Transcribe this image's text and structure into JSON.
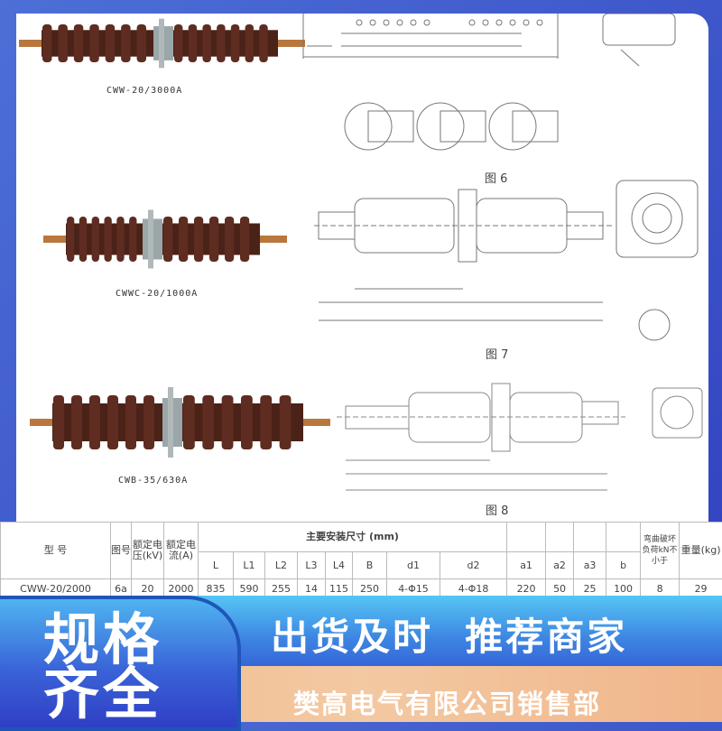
{
  "products": [
    {
      "model": "CWW-20/3000A"
    },
    {
      "model": "CWWC-20/1000A"
    },
    {
      "model": "CWB-35/630A"
    }
  ],
  "figures": {
    "fig6": "图 6",
    "fig7": "图 7",
    "fig8": "图 8"
  },
  "table": {
    "header_top": {
      "model": "型 号",
      "fig": "图号",
      "voltage": "额定电压(kV)",
      "current": "额定电流(A)",
      "dims": "主要安装尺寸 (mm)",
      "bend": "弯曲破坏负荷kN不小于",
      "weight": "重量(kg)"
    },
    "dim_columns": [
      "L",
      "L1",
      "L2",
      "L3",
      "L4",
      "B",
      "d1",
      "d2",
      "a1",
      "a2",
      "a3",
      "b"
    ],
    "rows": [
      [
        "CWW-20/2000",
        "6a",
        "20",
        "2000",
        "835",
        "590",
        "255",
        "14",
        "115",
        "250",
        "4-Φ15",
        "4-Φ18",
        "220",
        "50",
        "25",
        "100",
        "8",
        "29"
      ]
    ]
  },
  "banner": {
    "left_line1": "规格",
    "left_line2": "齐全",
    "slogan": "出货及时  推荐商家",
    "company": "樊高电气有限公司销售部"
  },
  "colors": {
    "frame": "#3a55cc",
    "bushing": "#5a2a1e",
    "band_top": "#4aa8ee",
    "band_bottom": "#f2bf95"
  }
}
